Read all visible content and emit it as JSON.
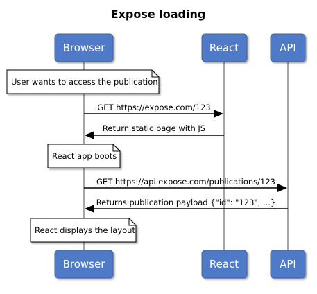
{
  "title": "Expose loading",
  "participants": {
    "browser": "Browser",
    "react": "React",
    "api": "API"
  },
  "messages": [
    {
      "from": "browser",
      "to": "react",
      "label": "GET https://expose.com/123"
    },
    {
      "from": "react",
      "to": "browser",
      "label": "Return static page with JS"
    },
    {
      "from": "browser",
      "to": "api",
      "label": "GET https://api.expose.com/publications/123"
    },
    {
      "from": "api",
      "to": "browser",
      "label": "Returns publication payload {\"id\": \"123\", ...}"
    }
  ],
  "notes": [
    {
      "over": "browser",
      "text": "User wants to access the publication"
    },
    {
      "over": "browser",
      "text": "React app boots"
    },
    {
      "over": "browser",
      "text": "React displays the layout"
    }
  ],
  "colors": {
    "actor_fill": "#4f7ac7",
    "actor_border": "#3f63a8",
    "actor_text": "#ffffff",
    "lifeline": "#888888",
    "note_fill": "#ffffff",
    "note_border": "#000000",
    "arrow": "#000000"
  }
}
